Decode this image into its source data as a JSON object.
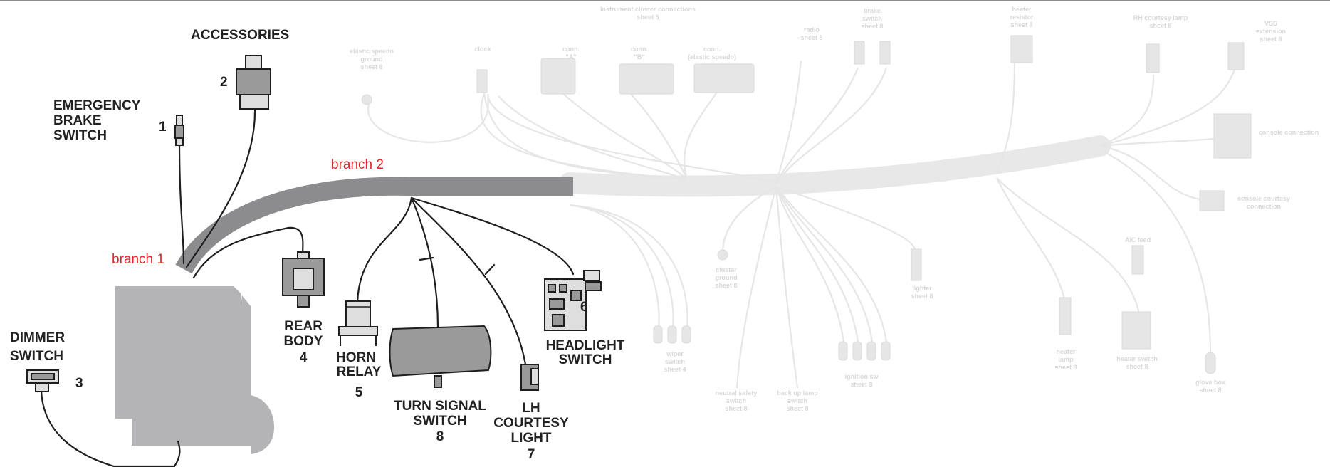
{
  "labels": {
    "accessories": "ACCESSORIES",
    "n2": "2",
    "emergency": [
      "EMERGENCY",
      "BRAKE",
      "SWITCH"
    ],
    "n1": "1",
    "dimmer": [
      "DIMMER",
      "SWITCH"
    ],
    "n3": "3",
    "rear_body": [
      "REAR",
      "BODY",
      "4"
    ],
    "horn": [
      "HORN",
      "RELAY",
      "5"
    ],
    "headlight": [
      "HEADLIGHT",
      "SWITCH"
    ],
    "n6": "6",
    "turn": [
      "TURN SIGNAL",
      "SWITCH",
      "8"
    ],
    "courtesy": [
      "LH",
      "COURTESY",
      "LIGHT",
      "7"
    ]
  },
  "branches": {
    "b1": "branch 1",
    "b2": "branch 2"
  },
  "faded_labels": [
    [
      "Instrument cluster connections",
      "sheet 8"
    ],
    [
      "elastic speedo",
      "ground",
      "sheet 8"
    ],
    [
      "clock"
    ],
    [
      "conn.",
      "\"A\""
    ],
    [
      "conn.",
      "\"B\""
    ],
    [
      "conn.",
      "(elastic speedo)"
    ],
    [
      "radio",
      "sheet 8"
    ],
    [
      "brake",
      "switch",
      "sheet 8"
    ],
    [
      "heater",
      "resistor",
      "sheet 8"
    ],
    [
      "RH courtesy lamp",
      "sheet 8"
    ],
    [
      "VSS",
      "extension",
      "sheet 8"
    ],
    [
      "console connection"
    ],
    [
      "console courtesy",
      "connection"
    ],
    [
      "A/C feed"
    ],
    [
      "cluster",
      "ground",
      "sheet 8"
    ],
    [
      "lighter",
      "sheet 8"
    ],
    [
      "wiper",
      "switch",
      "sheet 4"
    ],
    [
      "neutral safety",
      "switch",
      "sheet 8"
    ],
    [
      "back up lamp",
      "switch",
      "sheet 8"
    ],
    [
      "ignition sw",
      "sheet 8"
    ],
    [
      "heater",
      "lamp",
      "sheet 8"
    ],
    [
      "heater switch",
      "sheet 8"
    ],
    [
      "glove box",
      "sheet 8"
    ]
  ],
  "colors": {
    "harness_dark": "#8c8c8e",
    "harness_faded": "#e8e8e8",
    "wire": "#1e1e1e",
    "branch_label": "#e0262a",
    "block": "#b4b4b6"
  }
}
